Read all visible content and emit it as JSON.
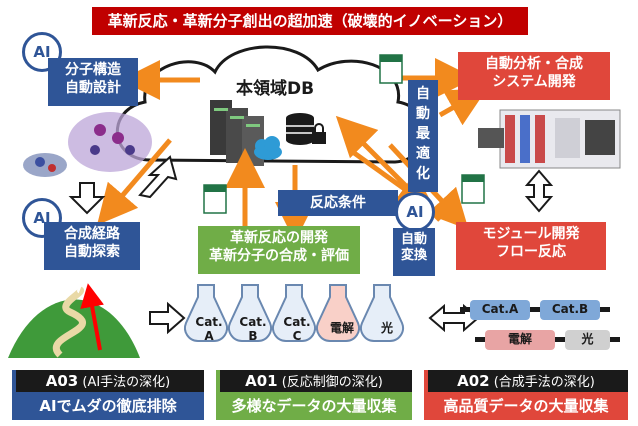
{
  "title": "革新反応・革新分子創出の超加速（破壊的イノベーション）",
  "db_label": "本領域DB",
  "ai_badge": "AI",
  "boxes": {
    "molecule_design": [
      "分子構造",
      "自動設計"
    ],
    "auto_analysis": [
      "自動分析・合成",
      "システム開発"
    ],
    "auto_opt": [
      "自",
      "動",
      "最",
      "適",
      "化"
    ],
    "reaction_cond": "反応条件",
    "route_search": [
      "合成経路",
      "自動探索"
    ],
    "innovative_dev": [
      "革新反応の開発",
      "革新分子の合成・評価"
    ],
    "auto_convert": [
      "自動",
      "変換"
    ],
    "module_dev": [
      "モジュール開発",
      "フロー反応"
    ]
  },
  "tubes": [
    [
      "Cat.",
      "A"
    ],
    [
      "Cat.",
      "B"
    ],
    [
      "Cat.",
      "C"
    ],
    [
      "電解"
    ],
    [
      "光"
    ]
  ],
  "modules": [
    "Cat.A",
    "Cat.B",
    "電解",
    "光"
  ],
  "bottom": [
    {
      "code": "A03",
      "sub": "(AI手法の深化)",
      "body": "AIでムダの徹底排除",
      "color": "#2f5597"
    },
    {
      "code": "A01",
      "sub": "(反応制御の深化)",
      "body": "多様なデータの大量収集",
      "color": "#70ad47"
    },
    {
      "code": "A02",
      "sub": "(合成手法の深化)",
      "body": "高品質データの大量収集",
      "color": "#e0473b"
    }
  ],
  "colors": {
    "blue": "#2f5597",
    "red": "#e0473b",
    "green": "#70ad47",
    "orange": "#f28a1e",
    "title": "#c00000"
  }
}
